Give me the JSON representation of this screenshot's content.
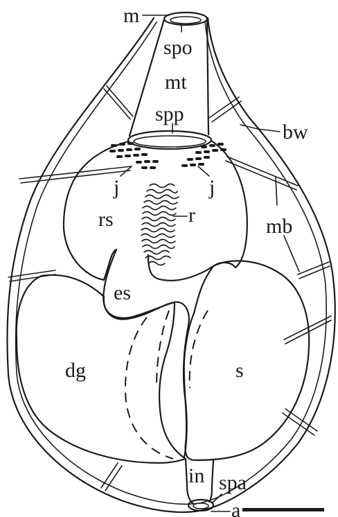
{
  "figure": {
    "labels": {
      "m": "m",
      "spo": "spo",
      "mt": "mt",
      "spp": "spp",
      "bw": "bw",
      "j_left": "j",
      "j_right": "j",
      "r": "r",
      "rs": "rs",
      "mb": "mb",
      "es": "es",
      "dg": "dg",
      "s": "s",
      "in": "in",
      "spa": "spa",
      "a": "a"
    },
    "scale_bar": "scale-bar"
  }
}
